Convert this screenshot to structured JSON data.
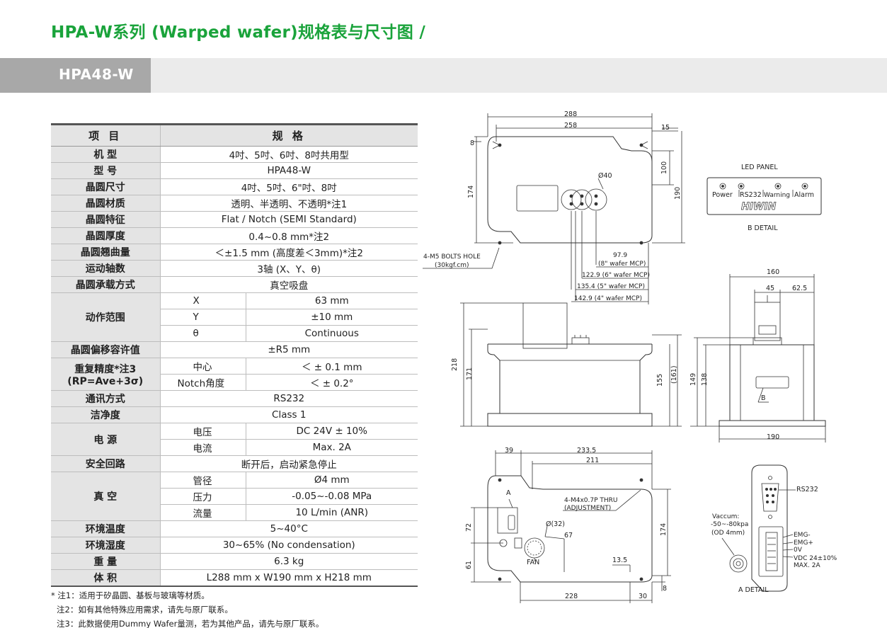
{
  "header": {
    "title": "HPA-W系列 (Warped wafer)规格表与尺寸图 /",
    "model": "HPA48-W"
  },
  "spec_table": {
    "col_item": "项 目",
    "col_spec": "规 格",
    "rows": [
      {
        "label": "机 型",
        "value": "4吋、5吋、6吋、8吋共用型"
      },
      {
        "label": "型 号",
        "value": "HPA48-W"
      },
      {
        "label": "晶圆尺寸",
        "value": "4吋、5吋、6\"吋、8吋"
      },
      {
        "label": "晶圆材质",
        "value": "透明、半透明、不透明*注1"
      },
      {
        "label": "晶圆特征",
        "value": "Flat / Notch (SEMI Standard)"
      },
      {
        "label": "晶圆厚度",
        "value": "0.4~0.8 mm*注2"
      },
      {
        "label": "晶圆翘曲量",
        "value": "＜±1.5 mm (高度差＜3mm)*注2"
      },
      {
        "label": "运动轴数",
        "value": "3轴 (X、Y、θ)"
      },
      {
        "label": "晶圆承载方式",
        "value": "真空吸盘"
      }
    ],
    "motion": {
      "label": "动作范围",
      "subs": [
        {
          "name": "X",
          "value": "63 mm"
        },
        {
          "name": "Y",
          "value": "±10 mm"
        },
        {
          "name": "θ",
          "value": "Continuous"
        }
      ]
    },
    "offset": {
      "label": "晶圆偏移容许值",
      "value": "±R5 mm"
    },
    "repeat": {
      "label": "重复精度*注3",
      "label2": "(RP=Ave+3σ)",
      "subs": [
        {
          "name": "中心",
          "value": "＜ ± 0.1 mm"
        },
        {
          "name": "Notch角度",
          "value": "＜ ± 0.2°"
        }
      ]
    },
    "comm": {
      "label": "通讯方式",
      "value": "RS232"
    },
    "clean": {
      "label": "洁净度",
      "value": "Class 1"
    },
    "power": {
      "label": "电 源",
      "subs": [
        {
          "name": "电压",
          "value": "DC 24V ± 10%"
        },
        {
          "name": "电流",
          "value": "Max. 2A"
        }
      ]
    },
    "safety": {
      "label": "安全回路",
      "value": "断开后，启动紧急停止"
    },
    "vacuum": {
      "label": "真 空",
      "subs": [
        {
          "name": "管径",
          "value": "Ø4 mm"
        },
        {
          "name": "压力",
          "value": "-0.05~-0.08 MPa"
        },
        {
          "name": "流量",
          "value": "10 L/min (ANR)"
        }
      ]
    },
    "tail": [
      {
        "label": "环境温度",
        "value": "5~40°C"
      },
      {
        "label": "环境湿度",
        "value": "30~65% (No condensation)"
      },
      {
        "label": "重 量",
        "value": "6.3 kg"
      },
      {
        "label": "体 积",
        "value": "L288 mm x W190 mm x H218 mm"
      }
    ]
  },
  "notes": [
    "* 注1：适用于矽晶圆、基板与玻璃等材质。",
    "注2：如有其他特殊应用需求，请先与原厂联系。",
    "注3：此数据使用Dummy Wafer量测，若为其他产品，请先与原厂联系。"
  ],
  "drawing": {
    "top": {
      "d288": "288",
      "d258": "258",
      "d15": "15",
      "d8": "8",
      "d174": "174",
      "d100": "100",
      "d190": "190",
      "d40": "Ø40",
      "bolts1": "4-M5 BOLTS HOLE",
      "bolts2": "(30kgf.cm)",
      "mcp8a": "97.9",
      "mcp8b": "(8\" wafer MCP)",
      "mcp6": "122.9 (6\" wafer MCP)",
      "mcp5": "135.4 (5\" wafer MCP)",
      "mcp4": "142.9 (4\" wafer MCP)"
    },
    "led": {
      "title": "LED PANEL",
      "power": "Power",
      "rs232": "RS232",
      "warning": "Warning",
      "alarm": "Alarm",
      "brand": "HIWIN",
      "caption": "B DETAIL"
    },
    "front": {
      "d218": "218",
      "d171": "171",
      "d155": "155",
      "d161": "(161)"
    },
    "side": {
      "d160": "160",
      "d45": "45",
      "d625": "62.5",
      "d149": "149",
      "d138": "138",
      "d190": "190",
      "b": "B"
    },
    "bottom": {
      "d39": "39",
      "d2335": "233.5",
      "d211": "211",
      "a": "A",
      "m4a": "4-M4x0.7P THRU",
      "m4b": "(ADJUSTMENT)",
      "d32": "Ø(32)",
      "d67": "67",
      "d72": "72",
      "d174": "174",
      "d61": "61",
      "fan": "FAN",
      "d135": "13.5",
      "d228": "228",
      "d30": "30",
      "d8": "8"
    },
    "adetail": {
      "rs232": "RS232",
      "vac1": "Vaccum:",
      "vac2": "-50~-80kpa",
      "vac3": "(OD 4mm)",
      "emg1": "EMG-",
      "emg2": "EMG+",
      "zero": "0V",
      "vdc": "VDC 24±10%",
      "max": "MAX. 2A",
      "caption": "A DETAIL"
    }
  }
}
